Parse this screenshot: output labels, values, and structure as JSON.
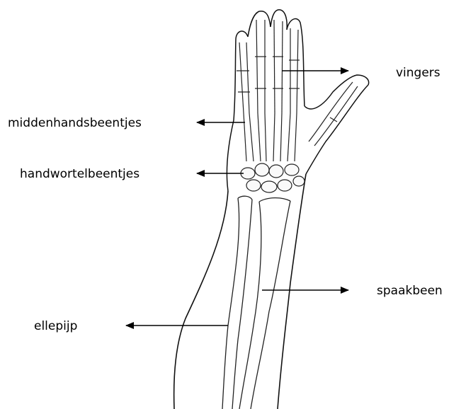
{
  "labels": {
    "vingers": "vingers",
    "middenhandsbeentjes": "middenhandsbeentjes",
    "handwortelbeentjes": "handwortelbeentjes",
    "spaakbeen": "spaakbeen",
    "ellepijp": "ellepijp"
  },
  "colors": {
    "ink": "#000000",
    "background": "#ffffff"
  }
}
